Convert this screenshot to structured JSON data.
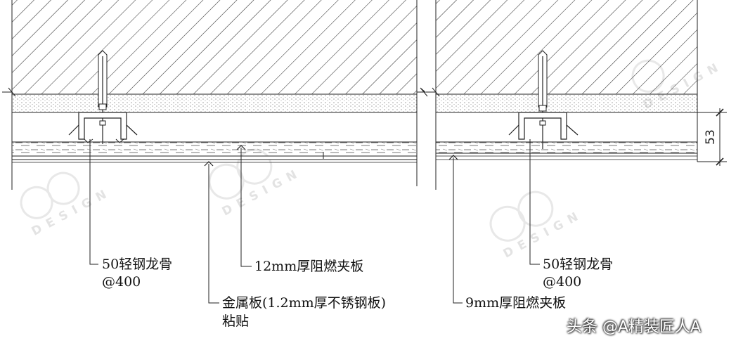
{
  "watermark": {
    "text": "DESIGN"
  },
  "dimension": {
    "value": "53"
  },
  "left_detail": {
    "label_keel": "50轻钢龙骨",
    "label_keel_spacing": "@400",
    "label_board": "12mm厚阻燃夹板",
    "label_metal_line1": "金属板(1.2mm厚不锈钢板)",
    "label_metal_line2": "粘贴"
  },
  "right_detail": {
    "label_keel": "50轻钢龙骨",
    "label_keel_spacing": "@400",
    "label_board": "9mm厚阻燃夹板"
  },
  "credit": {
    "text": "头条 @A精装匠人A"
  },
  "colors": {
    "line": "#222222",
    "watermark": "#e3e3e3",
    "background": "#ffffff"
  }
}
